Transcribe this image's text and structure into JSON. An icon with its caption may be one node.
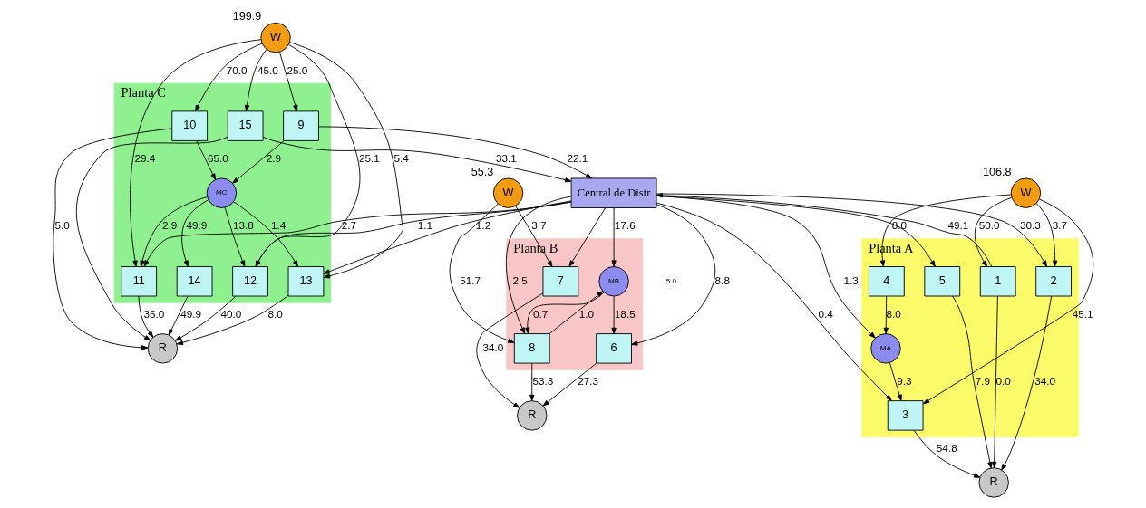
{
  "diagram": {
    "nodes": [
      {
        "text": [
          "Planta B"
        ]
      },
      {
        "text": [
          "W"
        ],
        "beside": [
          "55.3"
        ]
      },
      {
        "text": [
          "MB"
        ],
        "in": 0
      },
      {
        "text": [
          "6"
        ],
        "in": 0
      },
      {
        "text": [
          "7"
        ],
        "in": 0
      },
      {
        "text": [
          "8"
        ],
        "in": 0
      },
      {
        "text": [
          "R"
        ]
      },
      {
        "text": [
          "Central de Distr"
        ]
      },
      {
        "text": [
          "Planta A"
        ]
      },
      {
        "text": [
          "W"
        ],
        "beside": [
          "106.8"
        ]
      },
      {
        "text": [
          "1"
        ],
        "in": 8
      },
      {
        "text": [
          "4"
        ],
        "in": 8
      },
      {
        "text": [
          "MA"
        ],
        "in": 8
      },
      {
        "text": [
          "3"
        ],
        "in": 8
      },
      {
        "text": [
          "2"
        ],
        "in": 8
      },
      {
        "text": [
          "5"
        ],
        "in": 8
      },
      {
        "text": [
          "R"
        ]
      },
      {
        "text": [
          "Planta C"
        ]
      },
      {
        "text": [
          "W"
        ],
        "beside": [
          "199.9"
        ]
      },
      {
        "text": [
          "9"
        ],
        "in": 17
      },
      {
        "text": [
          "10"
        ],
        "in": 17
      },
      {
        "text": [
          "15"
        ],
        "in": 17
      },
      {
        "text": [
          "MC"
        ],
        "in": 17
      },
      {
        "text": [
          "11"
        ],
        "in": 17
      },
      {
        "text": [
          "12"
        ],
        "in": 17
      },
      {
        "text": [
          "13"
        ],
        "in": 17
      },
      {
        "text": [
          "14"
        ],
        "in": 17
      },
      {
        "text": [
          "R"
        ]
      }
    ],
    "edges": [
      {
        "from": 1,
        "to": 5,
        "arrow": "to",
        "label": "51.7"
      },
      {
        "from": 1,
        "to": 4,
        "arrow": "to",
        "label": "3.7"
      },
      {
        "from": 2,
        "to": 3,
        "arrow": "to",
        "label": "18.5"
      },
      {
        "from": 2,
        "to": 5,
        "arrow": "to",
        "label": "0.7"
      },
      {
        "from": 7,
        "to": 3,
        "arrow": "to",
        "label": "8.8"
      },
      {
        "from": 7,
        "to": 4,
        "arrow": "to"
      },
      {
        "from": 7,
        "to": 5,
        "arrow": "to",
        "label": "2.5"
      },
      {
        "from": 5,
        "to": 2,
        "arrow": "to",
        "label": "1.0"
      },
      {
        "from": 7,
        "to": 2,
        "arrow": "to",
        "label": "17.6"
      },
      {
        "from": 3,
        "to": 6,
        "arrow": "to",
        "label": "27.3"
      },
      {
        "from": 4,
        "to": 6,
        "arrow": "to",
        "label": "34.0"
      },
      {
        "from": 5,
        "to": 6,
        "arrow": "to",
        "label": "53.3"
      },
      {
        "from": 9,
        "to": 10,
        "arrow": "to",
        "label": "50.0"
      },
      {
        "from": 9,
        "to": 14,
        "arrow": "to",
        "label": "3.7"
      },
      {
        "from": 9,
        "to": 11,
        "arrow": "to",
        "label": "8.0"
      },
      {
        "from": 9,
        "to": 13,
        "arrow": "to",
        "label": "45.1"
      },
      {
        "from": 10,
        "to": 7,
        "arrow": "to",
        "label": "49.1"
      },
      {
        "from": 10,
        "to": 16,
        "arrow": "to",
        "label": "0.0"
      },
      {
        "from": 11,
        "to": 12,
        "arrow": "to",
        "label": "8.0"
      },
      {
        "from": 7,
        "to": 14,
        "arrow": "to",
        "label": "30.3"
      },
      {
        "from": 7,
        "to": 12,
        "arrow": "to",
        "label": "1.3"
      },
      {
        "from": 7,
        "to": 15,
        "arrow": "to"
      },
      {
        "from": 12,
        "to": 13,
        "arrow": "to",
        "label": "9.3"
      },
      {
        "from": 7,
        "to": 13,
        "arrow": "to",
        "label": "0.4"
      },
      {
        "from": 14,
        "to": 16,
        "arrow": "to",
        "label": "34.0"
      },
      {
        "from": 15,
        "to": 16,
        "arrow": "to",
        "label": "7.9"
      },
      {
        "from": 13,
        "to": 16,
        "arrow": "to",
        "label": "54.8"
      },
      {
        "from": 18,
        "to": 19,
        "arrow": "to",
        "label": "25.0"
      },
      {
        "from": 18,
        "to": 20,
        "arrow": "to",
        "label": "70.0"
      },
      {
        "from": 18,
        "to": 21,
        "arrow": "to",
        "label": "45.0"
      },
      {
        "from": 18,
        "to": 23,
        "arrow": "to",
        "label": "29.4"
      },
      {
        "from": 18,
        "to": 24,
        "arrow": "to",
        "label": "25.1"
      },
      {
        "from": 18,
        "to": 25,
        "arrow": "to",
        "label": "5.4"
      },
      {
        "from": 19,
        "to": 7,
        "arrow": "to",
        "label": "22.1"
      },
      {
        "from": 19,
        "to": 22,
        "arrow": "to",
        "label": "2.9"
      },
      {
        "from": 20,
        "to": 22,
        "arrow": "to",
        "label": "65.0"
      },
      {
        "from": 20,
        "to": 27,
        "arrow": "to",
        "label": "5.0"
      },
      {
        "from": 21,
        "to": 7,
        "arrow": "to",
        "label": "33.1"
      },
      {
        "from": 21,
        "to": 27,
        "arrow": "to"
      },
      {
        "from": 7,
        "to": 23,
        "arrow": "to",
        "label": "2.7"
      },
      {
        "from": 7,
        "to": 24,
        "arrow": "to",
        "label": "1.1"
      },
      {
        "from": 7,
        "to": 25,
        "arrow": "to",
        "label": "1.2"
      },
      {
        "from": 22,
        "to": 23,
        "arrow": "to",
        "label": "2.9"
      },
      {
        "from": 22,
        "to": 24,
        "arrow": "to",
        "label": "13.8"
      },
      {
        "from": 22,
        "to": 25,
        "arrow": "to",
        "label": "1.4"
      },
      {
        "from": 22,
        "to": 26,
        "arrow": "to",
        "label": "49.9"
      },
      {
        "from": 23,
        "to": 27,
        "arrow": "to",
        "label": "35.0"
      },
      {
        "from": 24,
        "to": 27,
        "arrow": "to",
        "label": "40.0"
      },
      {
        "from": 25,
        "to": 27,
        "arrow": "to",
        "label": "8.0"
      },
      {
        "from": 26,
        "to": 27,
        "arrow": "to",
        "label": "49.9"
      }
    ],
    "labels": [
      "5.0"
    ]
  }
}
